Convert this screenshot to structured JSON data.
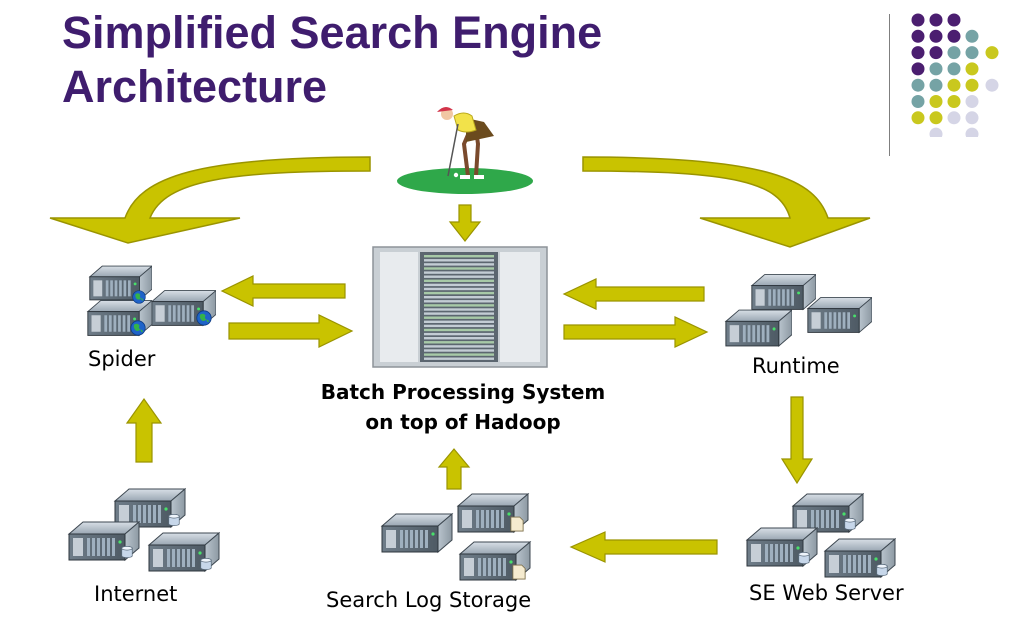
{
  "slide": {
    "title_line1": "Simplified Search Engine",
    "title_line2": "Architecture"
  },
  "nodes": {
    "spider": "Spider",
    "runtime": "Runtime",
    "batch_line1": "Batch Processing System",
    "batch_line2": "on top of Hadoop",
    "internet": "Internet",
    "search_log": "Search Log Storage",
    "web_server": "SE Web Server"
  },
  "colors": {
    "title": "#3f1d6e",
    "arrow_fill": "#c9c300",
    "arrow_stroke": "#9a9400",
    "green": "#2fa84a"
  },
  "icons": [
    "server-icon",
    "globe-icon",
    "database-icon",
    "golfer-icon",
    "server-rack-icon",
    "dot-grid-decoration"
  ]
}
